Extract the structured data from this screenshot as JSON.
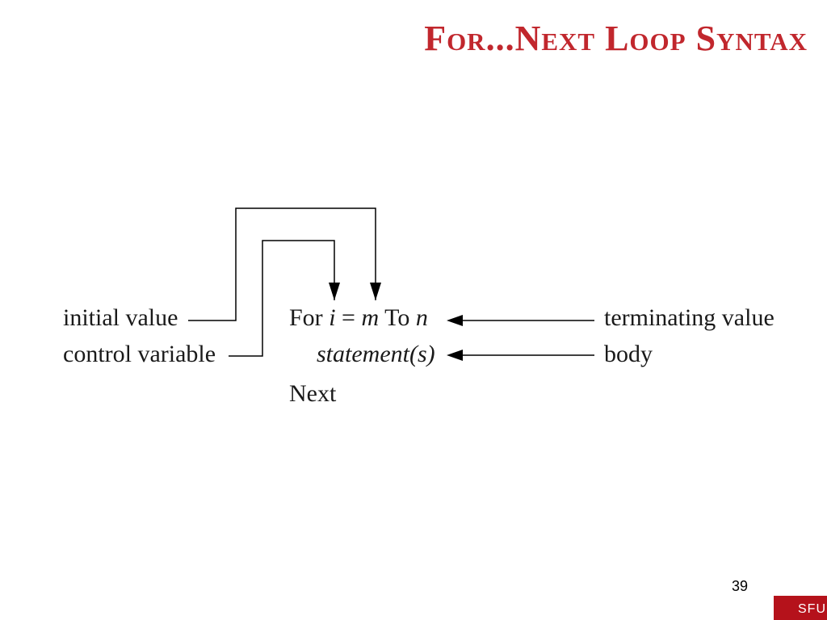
{
  "slide": {
    "title": "For...Next Loop Syntax",
    "page_number": "39",
    "logo_text": "SFU",
    "title_color": "#c1272d",
    "logo_color": "#b5121b"
  },
  "diagram": {
    "left_labels": {
      "initial_value": "initial value",
      "control_variable": "control variable"
    },
    "right_labels": {
      "terminating_value": "terminating value",
      "body": "body"
    },
    "code": {
      "for_kw": "For",
      "var_i": "i",
      "equals": "=",
      "var_m": "m",
      "to_kw": "To",
      "var_n": "n",
      "statements": "statement(s)",
      "next_kw": "Next"
    }
  }
}
